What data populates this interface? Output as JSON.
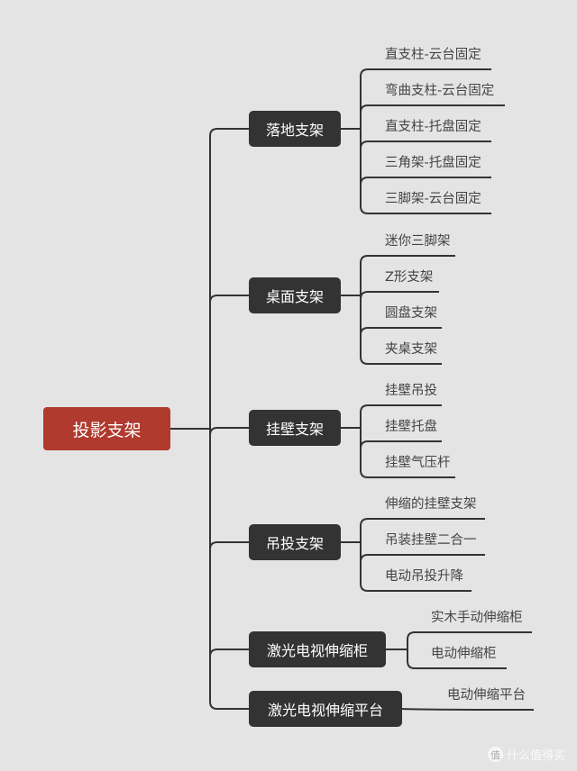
{
  "root": {
    "label": "投影支架",
    "color": "#b03a2e"
  },
  "branches": [
    {
      "label": "落地支架",
      "leaves": [
        "直支柱-云台固定",
        "弯曲支柱-云台固定",
        "直支柱-托盘固定",
        "三角架-托盘固定",
        "三脚架-云台固定"
      ]
    },
    {
      "label": "桌面支架",
      "leaves": [
        "迷你三脚架",
        "Z形支架",
        "圆盘支架",
        "夹桌支架"
      ]
    },
    {
      "label": "挂壁支架",
      "leaves": [
        "挂壁吊投",
        "挂壁托盘",
        "挂壁气压杆"
      ]
    },
    {
      "label": "吊投支架",
      "leaves": [
        "伸缩的挂壁支架",
        "吊装挂壁二合一",
        "电动吊投升降"
      ]
    },
    {
      "label": "激光电视伸缩柜",
      "leaves": [
        "实木手动伸缩柜",
        "电动伸缩柜"
      ]
    },
    {
      "label": "激光电视伸缩平台",
      "leaves": [
        "电动伸缩平台"
      ]
    }
  ],
  "watermark": {
    "icon": "值",
    "text": "什么值得买"
  }
}
